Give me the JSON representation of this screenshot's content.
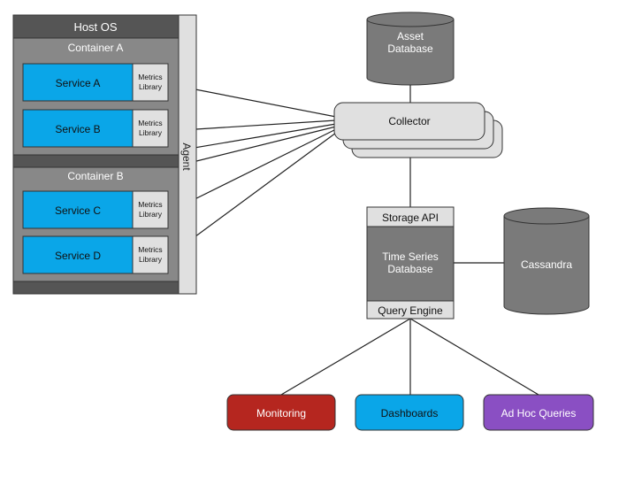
{
  "host": {
    "title": "Host OS",
    "agent_label": "Agent"
  },
  "containers": [
    {
      "title": "Container A"
    },
    {
      "title": "Container B"
    }
  ],
  "services": [
    {
      "name": "Service A",
      "lib_line1": "Metrics",
      "lib_line2": "Library"
    },
    {
      "name": "Service B",
      "lib_line1": "Metrics",
      "lib_line2": "Library"
    },
    {
      "name": "Service C",
      "lib_line1": "Metrics",
      "lib_line2": "Library"
    },
    {
      "name": "Service D",
      "lib_line1": "Metrics",
      "lib_line2": "Library"
    }
  ],
  "asset_db": {
    "line1": "Asset",
    "line2": "Database"
  },
  "collector": {
    "label": "Collector"
  },
  "tsdb": {
    "storage_api": "Storage API",
    "line1": "Time Series",
    "line2": "Database",
    "query_engine": "Query Engine"
  },
  "cassandra": {
    "label": "Cassandra"
  },
  "outputs": [
    {
      "label": "Monitoring",
      "color": "#b5261f"
    },
    {
      "label": "Dashboards",
      "color": "#0aa6e8"
    },
    {
      "label": "Ad Hoc Queries",
      "color": "#8a4fc3"
    }
  ],
  "colors": {
    "dark_gray": "#555555",
    "mid_gray": "#888888",
    "light_gray": "#e0e0e0",
    "service_blue": "#0aa6e8",
    "db_gray": "#7a7a7a",
    "stroke": "#333333"
  }
}
